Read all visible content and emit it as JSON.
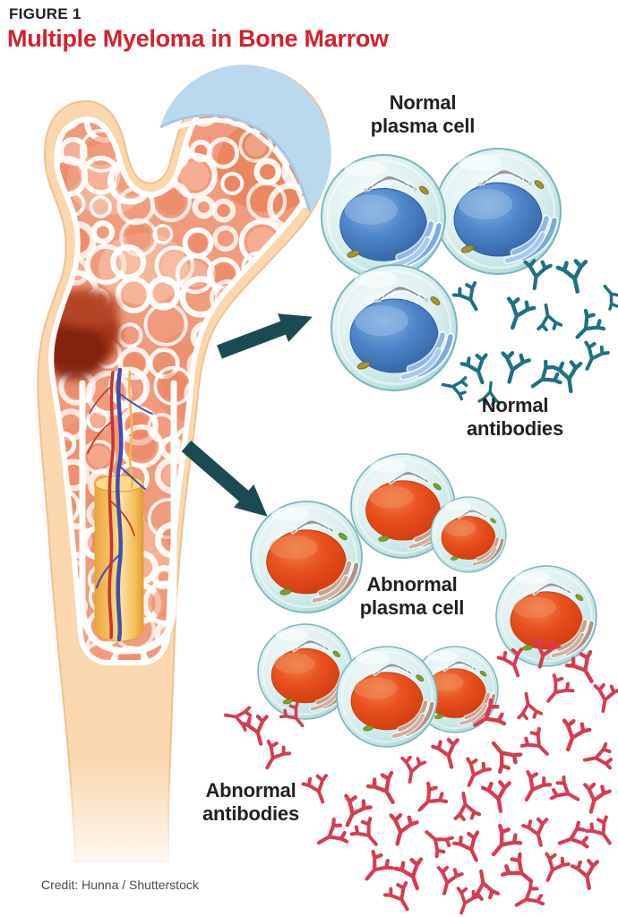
{
  "header": {
    "figure_label": "FIGURE 1",
    "title": "Multiple Myeloma in Bone Marrow"
  },
  "annotations": {
    "normal_plasma_cell": "Normal\nplasma cell",
    "normal_antibodies": "Normal\nantibodies",
    "abnormal_plasma_cell": "Abnormal\nplasma cell",
    "abnormal_antibodies": "Abnormal\nantibodies"
  },
  "credit": "Credit: Hunna / Shutterstock",
  "palette": {
    "title_red": "#d2232a",
    "text_black": "#231f20",
    "arrow_teal": "#1c4a53",
    "normal_antibody_teal": "#1f7181",
    "abnormal_antibody_red": "#d63c50",
    "bone_cortex_peach": "#fad7ae",
    "bone_outline": "#f0c190",
    "marrow_base": "#f29a7e",
    "marrow_light": "#f9c6ae",
    "marrow_deep": "#e87f58",
    "cartilage_blue": "#bad9ef",
    "lesion_dark_red": "#99270f",
    "canal_yellow": "#f5bc55",
    "vessel_red": "#c8342c",
    "vessel_blue": "#3e4fae",
    "nucleus_blue": "#4a82c6",
    "nucleus_orange": "#e8501f",
    "membrane_teal": "#8ac3ca"
  },
  "illustration": {
    "subject": "femur cross-section with bone marrow",
    "normal_cell_count": 3,
    "abnormal_cell_count": 7,
    "normal_antibody_count": 14,
    "abnormal_antibody_count": 46,
    "arrow_count": 2
  }
}
